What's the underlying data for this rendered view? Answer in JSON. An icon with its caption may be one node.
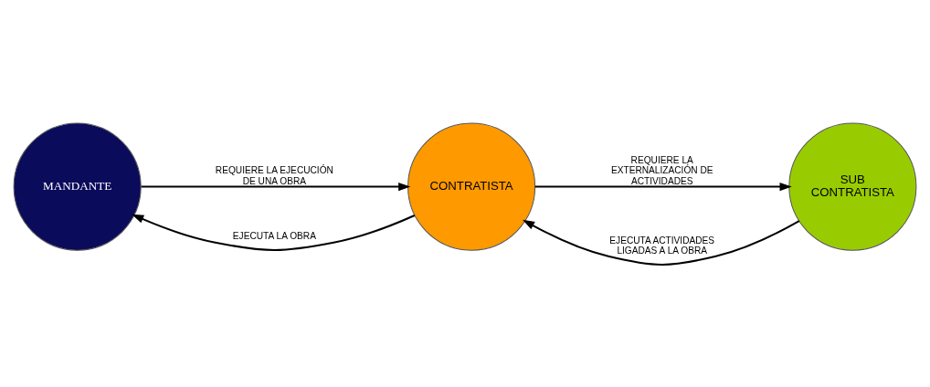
{
  "diagram": {
    "nodes": [
      {
        "text": [
          "MANDANTE"
        ]
      },
      {
        "text": [
          "CONTRATISTA"
        ]
      },
      {
        "text": [
          "SUB CONTRATISTA"
        ]
      }
    ],
    "edges": [
      {
        "from": 1,
        "to": 0,
        "arrow": "to",
        "label": "EJECUTA LA OBRA"
      },
      {
        "from": 2,
        "to": 1,
        "arrow": "to",
        "label": "EJECUTA ACTIVIDADES LIGADAS A LA OBRA"
      },
      {
        "from": 0,
        "to": 1,
        "arrow": "to",
        "label": "REQUIERE LA EJECUCIÓN DE UNA OBRA"
      },
      {
        "from": 1,
        "to": 2,
        "arrow": "to",
        "label": "REQUIERE LA EXTERNALIZACIÓN DE ACTIVIDADES"
      }
    ]
  }
}
